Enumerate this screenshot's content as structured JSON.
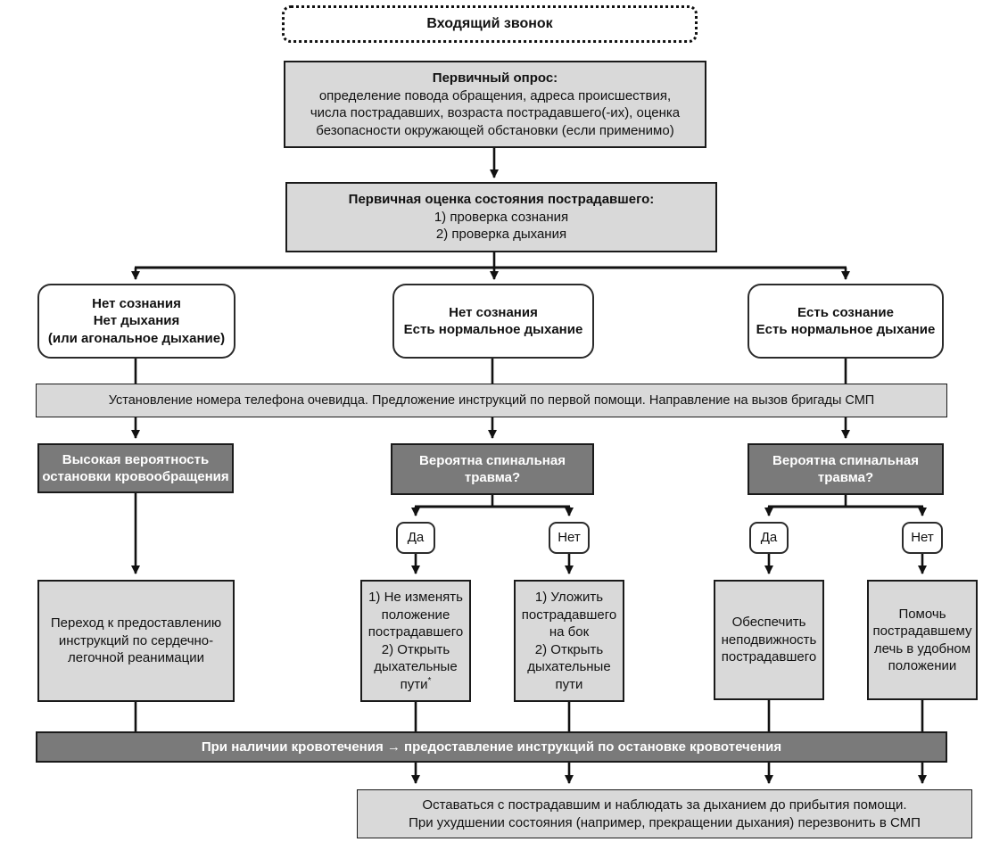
{
  "diagram": {
    "incoming_call": "Входящий звонок",
    "primary_survey": {
      "title": "Первичный опрос:",
      "body": "определение повода обращения, адреса происшествия,\nчисла пострадавших, возраста пострадавшего(-их), оценка\nбезопасности окружающей обстановки (если применимо)"
    },
    "primary_assessment": {
      "title": "Первичная оценка состояния пострадавшего:",
      "body": "1) проверка сознания\n2) проверка дыхания"
    },
    "branches": {
      "left": "Нет сознания\nНет дыхания\n(или агональное дыхание)",
      "middle": "Нет сознания\nЕсть нормальное дыхание",
      "right": "Есть сознание\nЕсть нормальное дыхание"
    },
    "phone_banner": "Установление номера телефона очевидца. Предложение инструкций по первой помощи. Направление на вызов бригады СМП",
    "dark_nodes": {
      "left": "Высокая вероятность\nостановки кровообращения",
      "middle": "Вероятна спинальная\nтравма?",
      "right": "Вероятна спинальная\nтравма?"
    },
    "yes_label": "Да",
    "no_label": "Нет",
    "actions": {
      "cpr": "Переход к предоставлению\nинструкций по сердечно-\nлегочной реанимации",
      "mid_yes": "1) Не изменять\nположение\nпострадавшего\n2) Открыть\nдыхательные\nпути",
      "mid_yes_footnote": "*",
      "mid_no": "1) Уложить\nпострадавшего\nна бок\n2) Открыть\nдыхательные\nпути",
      "right_yes": "Обеспечить\nнеподвижность\nпострадавшего",
      "right_no": "Помочь\nпострадавшему\nлечь в удобном\nположении"
    },
    "bleeding_banner": "При наличии кровотечения → предоставление инструкций по остановке кровотечения",
    "final_box": "Оставаться с пострадавшим и наблюдать за дыханием до прибытия помощи.\nПри ухудшении состояния (например, прекращении дыхания) перезвонить в СМП"
  },
  "colors": {
    "light_fill": "#d9d9d9",
    "dark_fill": "#7a7a7a",
    "line": "#111111"
  }
}
